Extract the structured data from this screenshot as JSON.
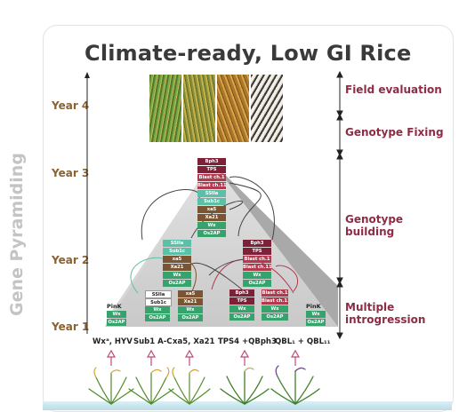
{
  "title": "Climate-ready, Low GI Rice",
  "side_label": "Gene Pyramiding",
  "years": [
    "Year 4",
    "Year 3",
    "Year 2",
    "Year 1"
  ],
  "phases": [
    {
      "text": "Field evaluation"
    },
    {
      "text": "Genotype Fixing"
    },
    {
      "text": "Genotype building"
    },
    {
      "text": "Multiple introgression"
    }
  ],
  "apex_stack": [
    "Bph3",
    "TPS",
    "Blast ch.1",
    "Blast ch.11",
    "SSIIa",
    "Sub1c",
    "xa5",
    "Xa21",
    "Wx",
    "Os2AP"
  ],
  "mid_left_stack": [
    "SSIIa",
    "Sub1c",
    "xa5",
    "Xa21",
    "Wx",
    "Os2AP"
  ],
  "mid_right_stack": [
    "Bph3",
    "TPS",
    "Blast ch.1",
    "Blast ch.11",
    "Wx",
    "Os2AP"
  ],
  "base_1": {
    "label": "PinK",
    "genes": [
      "Wx",
      "Os2AP"
    ]
  },
  "base_2": [
    "SSIIa",
    "Sub1c",
    "Wx",
    "Os2AP"
  ],
  "base_3": [
    "xa5",
    "Xa21",
    "Wx",
    "Os2AP"
  ],
  "base_4": [
    "Bph3",
    "TPS",
    "Wx",
    "Os2AP"
  ],
  "base_5": [
    "Blast ch.1",
    "Blast ch.11",
    "Wx",
    "Os2AP"
  ],
  "base_6": {
    "label": "PinK",
    "genes": [
      "Wx",
      "Os2AP"
    ]
  },
  "varieties": [
    "Wxᵃ, HYV",
    "Sub1 A-C",
    "xa5, Xa21",
    "TPS4 +QBph3",
    "QBL₁ + QBL₁₁"
  ],
  "colors": {
    "maroon": "#7d2038",
    "teal": "#5cbfa8",
    "brown": "#7b5532",
    "green": "#36a36c",
    "phase": "#8d2c45",
    "year": "#8a6232"
  }
}
